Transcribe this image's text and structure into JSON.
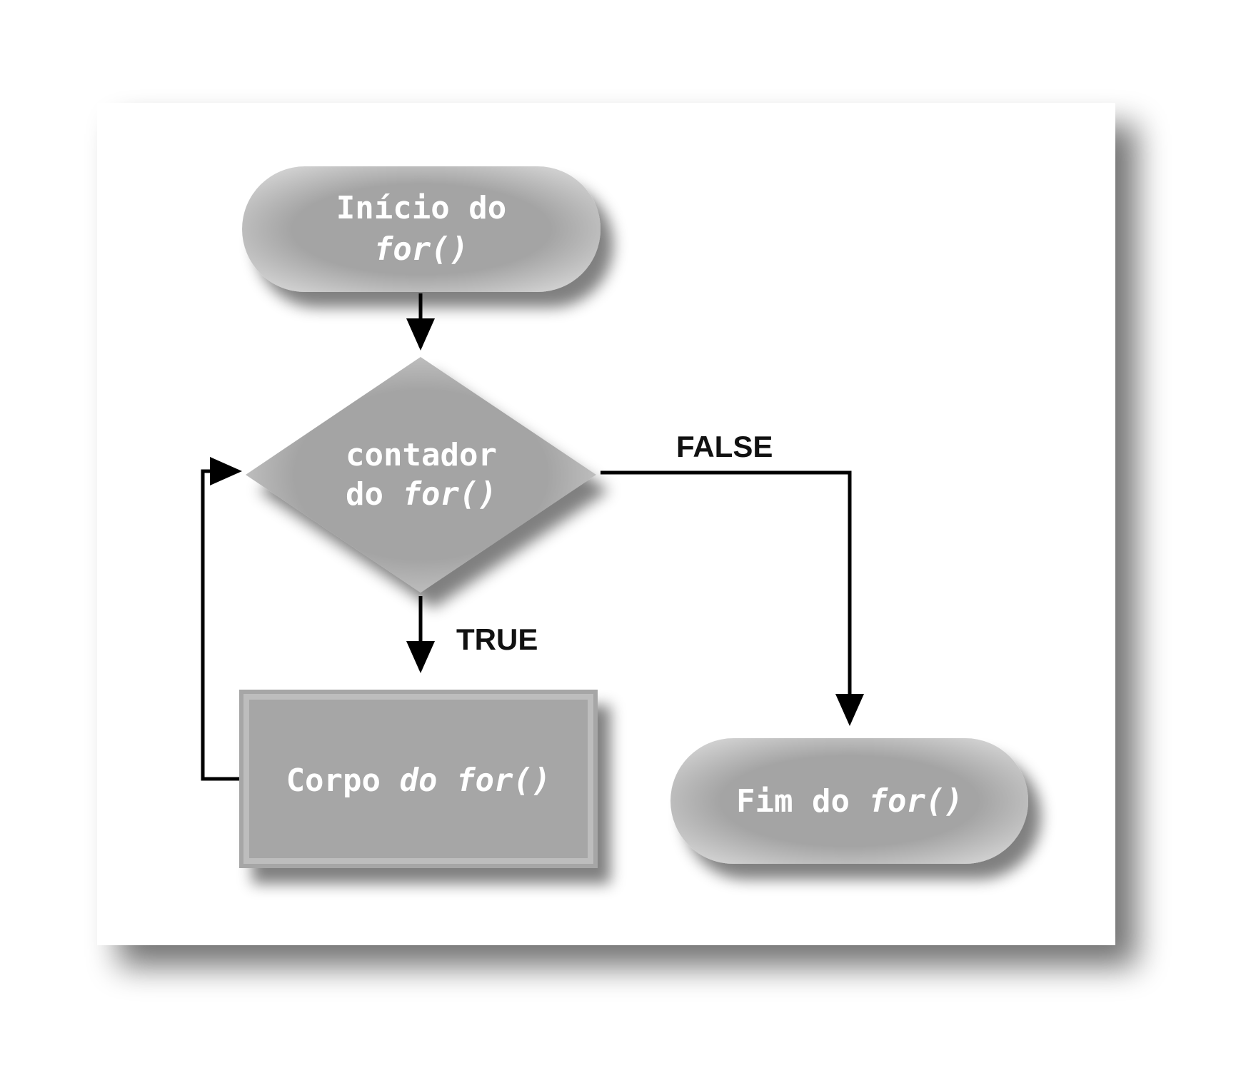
{
  "diagram": {
    "title": "for loop flowchart",
    "colors": {
      "node_fill": "#a6a6a6",
      "line": "#000000",
      "text": "#ffffff"
    },
    "nodes": {
      "start": {
        "line1": "Início do",
        "line2": "for()"
      },
      "condition": {
        "line1": "contador",
        "line2_plain": "do ",
        "line2_italic": "for()"
      },
      "body": {
        "plain": "Corpo ",
        "italic": "do for()"
      },
      "end": {
        "plain": "Fim do ",
        "italic": "for()"
      }
    },
    "edges": {
      "true_label": "TRUE",
      "false_label": "FALSE"
    }
  }
}
